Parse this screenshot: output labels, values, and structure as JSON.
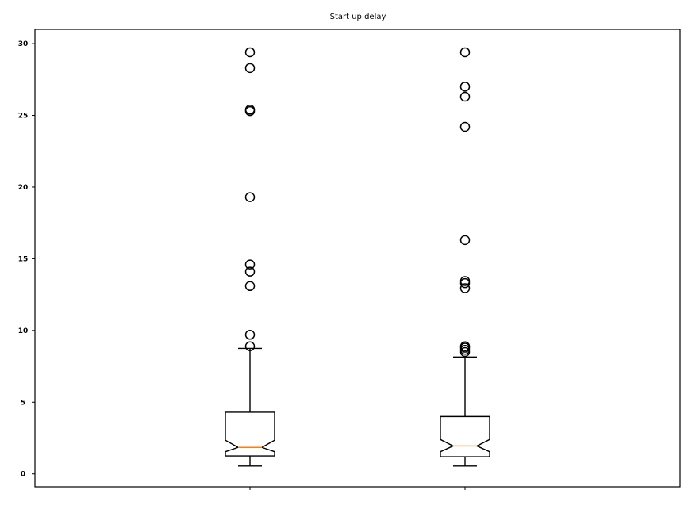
{
  "chart_data": {
    "type": "boxplot",
    "title": "Start up delay",
    "xlabel": "",
    "ylabel": "",
    "ylim": [
      -0.9,
      31.0
    ],
    "yticks": [
      0,
      5,
      10,
      15,
      20,
      25,
      30
    ],
    "ytick_labels": [
      "0",
      "5",
      "10",
      "15",
      "20",
      "25",
      "30"
    ],
    "notched": true,
    "grid": false,
    "legend": "none",
    "colors": {
      "box": "#000000",
      "median": "#ff7f0e",
      "outlier": "#000000"
    },
    "boxes": [
      {
        "whisker_low": 0.55,
        "q1": 1.25,
        "notch_low": 1.55,
        "median": 1.85,
        "notch_high": 2.35,
        "q3": 4.3,
        "whisker_high": 8.75,
        "outliers": [
          8.9,
          9.7,
          13.1,
          14.1,
          14.6,
          19.3,
          25.3,
          25.4,
          28.3,
          29.4
        ]
      },
      {
        "whisker_low": 0.55,
        "q1": 1.2,
        "notch_low": 1.55,
        "median": 1.95,
        "notch_high": 2.4,
        "q3": 4.0,
        "whisker_high": 8.15,
        "outliers": [
          8.5,
          8.65,
          8.8,
          8.9,
          12.95,
          13.3,
          13.45,
          16.3,
          24.2,
          26.3,
          27.0,
          29.4
        ]
      }
    ]
  }
}
